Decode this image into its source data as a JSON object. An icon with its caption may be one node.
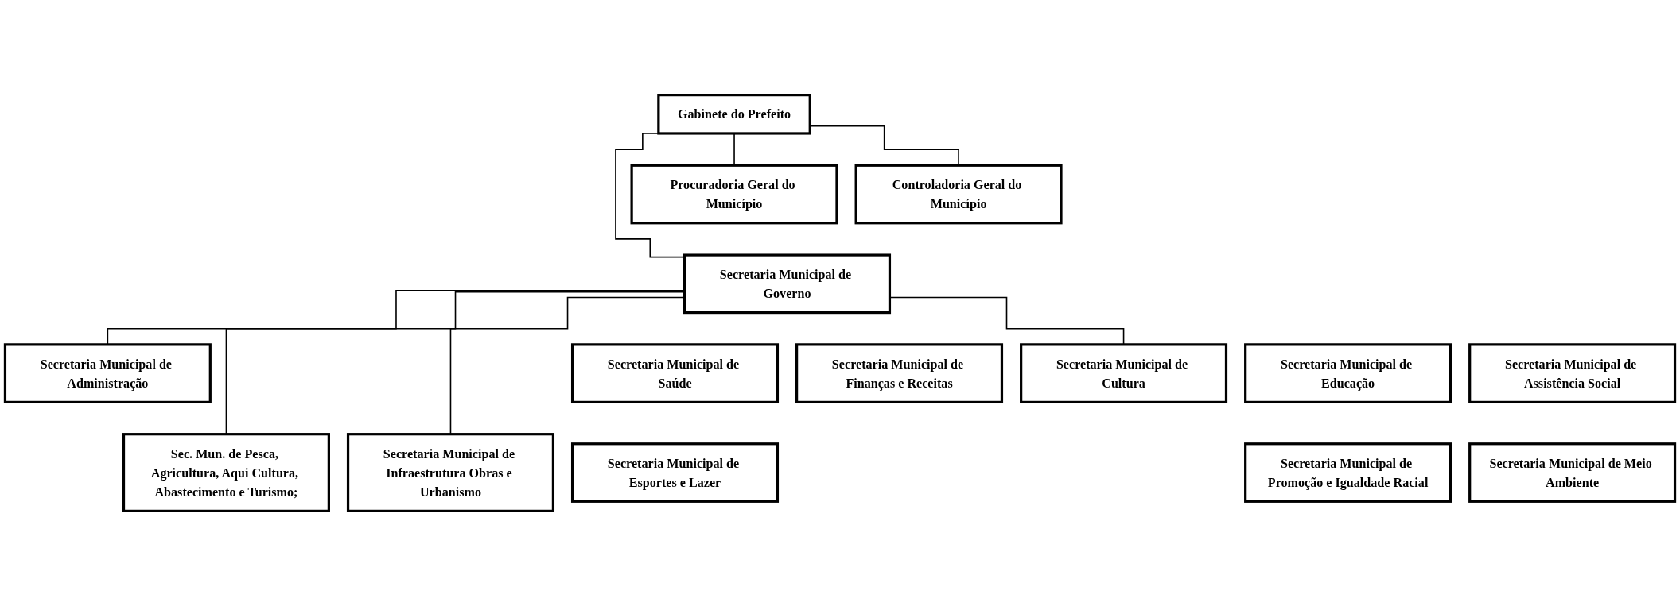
{
  "diagram": {
    "nodes": [
      {
        "text": [
          "Gabinete do Prefeito"
        ]
      },
      {
        "text": [
          "Procuradoria Geral do Município"
        ]
      },
      {
        "text": [
          "Controladoria Geral do Município"
        ]
      },
      {
        "text": [
          "Secretaria Municipal de Governo"
        ]
      },
      {
        "text": [
          "Secretaria Municipal de Administração"
        ]
      },
      {
        "text": [
          "Secretaria Municipal de Saúde"
        ]
      },
      {
        "text": [
          "Secretaria Municipal de Educação"
        ]
      },
      {
        "text": [
          "Secretaria Municipal de Assistência Social"
        ]
      },
      {
        "text": [
          "Secretaria Municipal de Finanças e Receitas"
        ]
      },
      {
        "text": [
          "Secretaria Municipal de Cultura"
        ]
      },
      {
        "text": [
          "Sec. Mun. de Pesca, Agricultura, Aqui Cultura, Abastecimento e Turismo;"
        ]
      },
      {
        "text": [
          "Secretaria Municipal de Esportes e Lazer"
        ]
      },
      {
        "text": [
          "Secretaria Municipal de Promoção e Igualdade Racial"
        ]
      },
      {
        "text": [
          "Secretaria Municipal de Meio Ambiente"
        ]
      },
      {
        "text": [
          "Secretaria Municipal de Infraestrutura Obras e Urbanismo"
        ]
      }
    ],
    "edges": [
      {
        "from": 0,
        "to": 1,
        "arrow": "none"
      },
      {
        "from": 0,
        "to": 2,
        "arrow": "none"
      },
      {
        "from": 0,
        "to": 3,
        "arrow": "none"
      },
      {
        "from": 3,
        "to": 4,
        "arrow": "none"
      },
      {
        "from": 3,
        "to": 9,
        "arrow": "none"
      },
      {
        "from": 3,
        "to": 10,
        "arrow": "none"
      },
      {
        "from": 3,
        "to": 14,
        "arrow": "none"
      }
    ]
  }
}
